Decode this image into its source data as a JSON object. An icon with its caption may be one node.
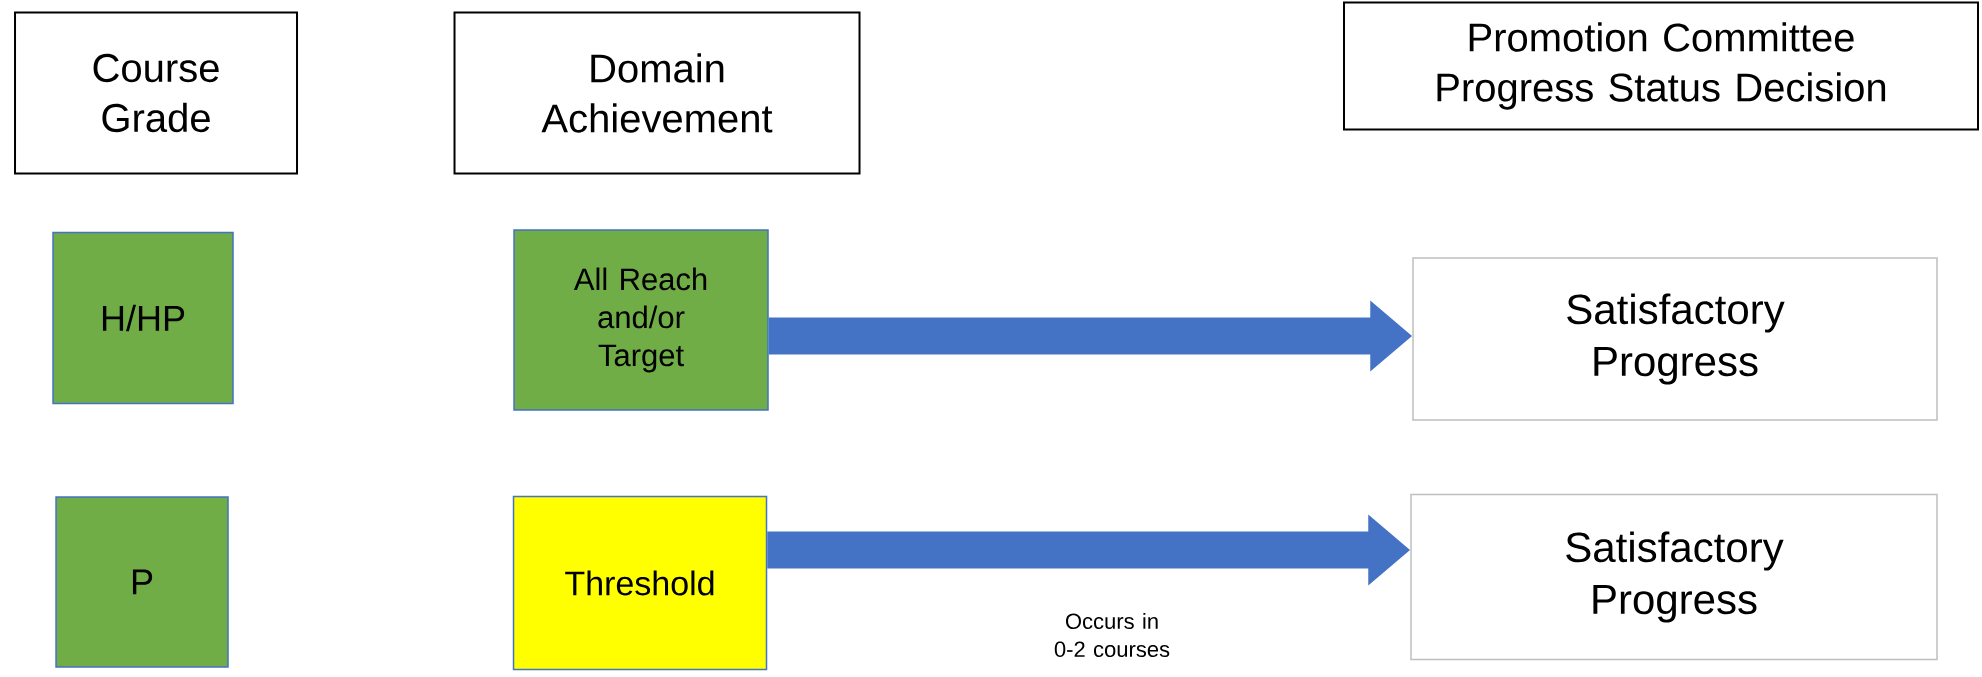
{
  "diagram": {
    "nodes": [
      {
        "text": [
          "Course Grade"
        ]
      },
      {
        "text": [
          "Domain Achievement"
        ]
      },
      {
        "text": [
          "Promotion Committee Progress Status Decision"
        ]
      },
      {
        "text": [
          "H/HP"
        ]
      },
      {
        "text": [
          "All Reach and/or Target"
        ]
      },
      {
        "text": [
          "Satisfactory Progress"
        ]
      },
      {
        "text": [
          "P"
        ]
      },
      {
        "text": [
          "Threshold"
        ]
      },
      {
        "text": [
          "Satisfactory Progress"
        ]
      }
    ],
    "edges": [
      {
        "from": 4,
        "to": 5,
        "arrow": "to"
      },
      {
        "from": 7,
        "to": 8,
        "arrow": "to",
        "label": "Occurs in 0-2 courses"
      }
    ]
  }
}
